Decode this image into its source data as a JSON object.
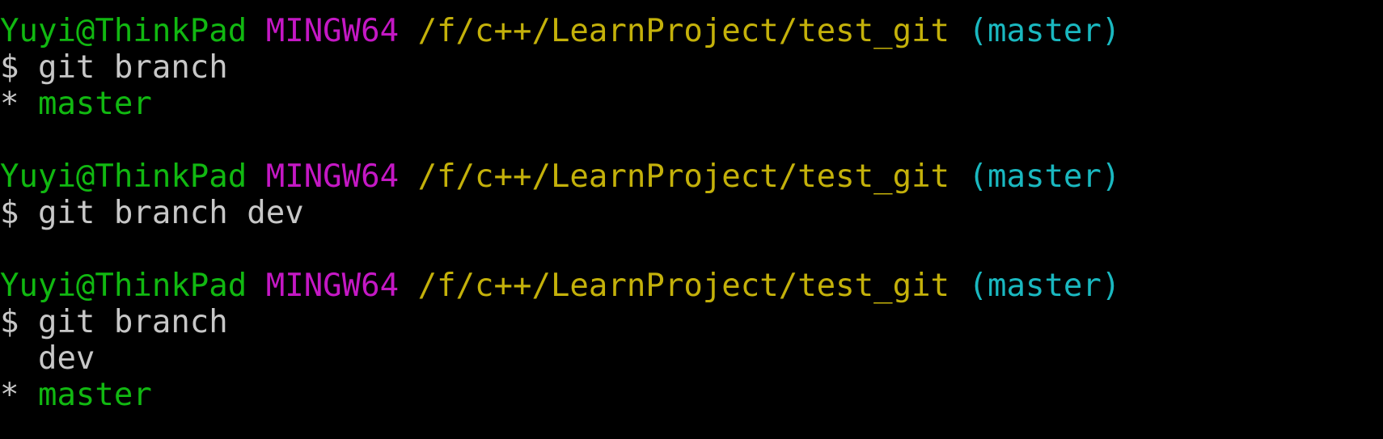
{
  "terminal": {
    "blocks": [
      {
        "prompt": {
          "user_host": "Yuyi@ThinkPad",
          "system": "MINGW64",
          "path": "/f/c++/LearnProject/test_git",
          "branch": "(master)"
        },
        "command": "$ git branch",
        "output": [
          {
            "marker": "* ",
            "text": "master",
            "current": true
          }
        ]
      },
      {
        "prompt": {
          "user_host": "Yuyi@ThinkPad",
          "system": "MINGW64",
          "path": "/f/c++/LearnProject/test_git",
          "branch": "(master)"
        },
        "command": "$ git branch dev",
        "output": []
      },
      {
        "prompt": {
          "user_host": "Yuyi@ThinkPad",
          "system": "MINGW64",
          "path": "/f/c++/LearnProject/test_git",
          "branch": "(master)"
        },
        "command": "$ git branch",
        "output": [
          {
            "marker": "  ",
            "text": "dev",
            "current": false
          },
          {
            "marker": "* ",
            "text": "master",
            "current": true
          }
        ]
      }
    ]
  },
  "colors": {
    "background": "#000000",
    "user_host": "#11b811",
    "system": "#c418c4",
    "path": "#c4b10a",
    "branch": "#1ab8c0",
    "command": "#c7c7c7",
    "current_branch": "#11b811"
  }
}
